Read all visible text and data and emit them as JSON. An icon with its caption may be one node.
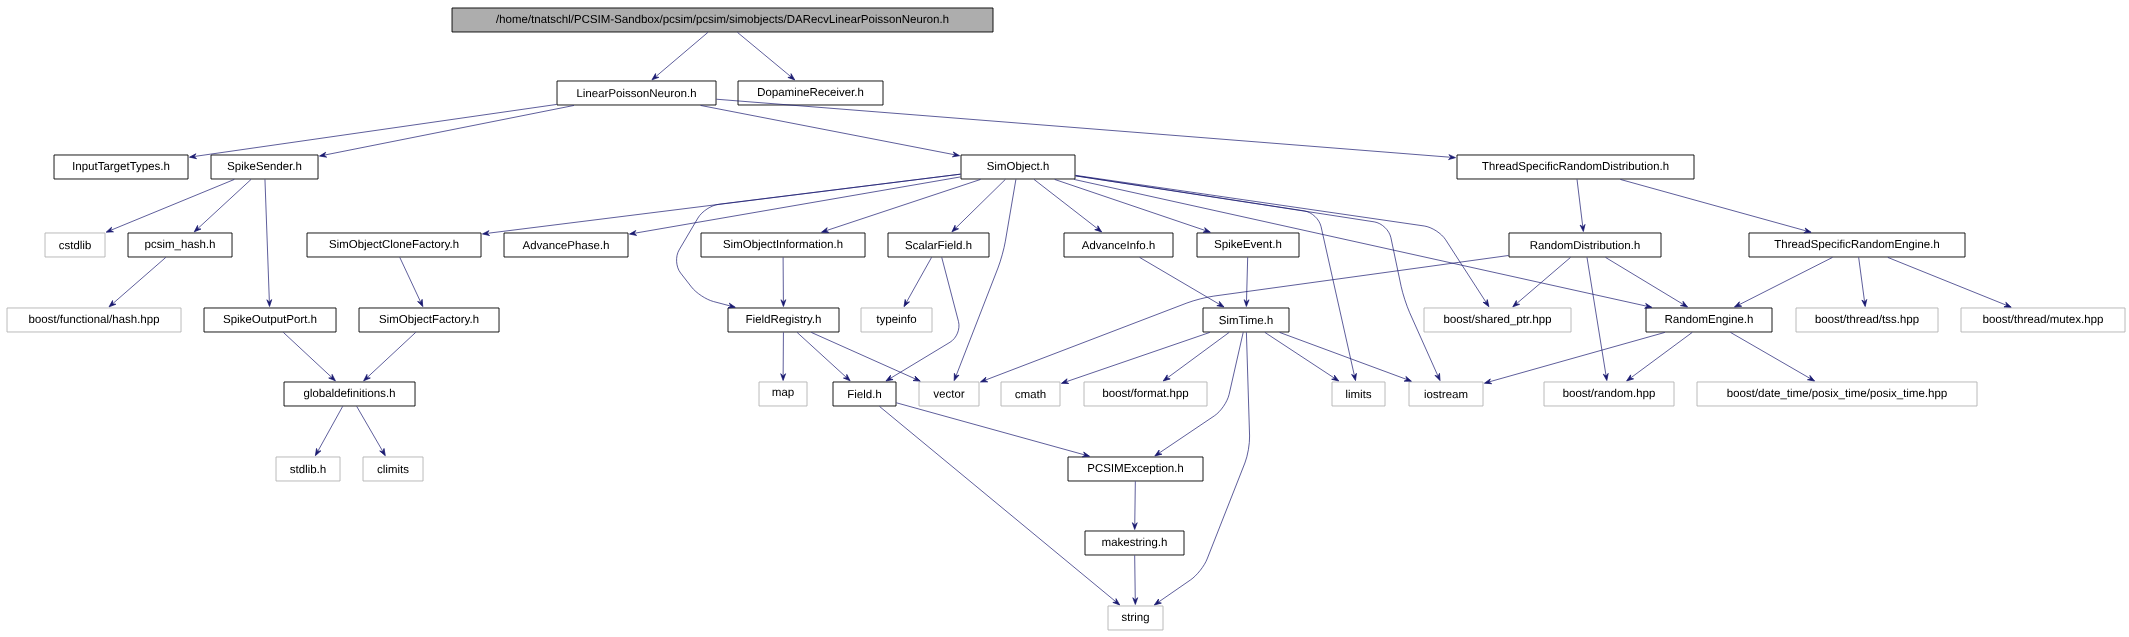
{
  "diagram": {
    "nodes": [
      {
        "text": [
          "/home/tnatschl/PCSIM-Sandbox/pcsim/pcsim/simobjects/DARecvLinearPoissonNeuron.h"
        ]
      },
      {
        "text": [
          "LinearPoissonNeuron.h"
        ]
      },
      {
        "text": [
          "DopamineReceiver.h"
        ]
      },
      {
        "text": [
          "InputTargetTypes.h"
        ]
      },
      {
        "text": [
          "SpikeSender.h"
        ]
      },
      {
        "text": [
          "SimObject.h"
        ]
      },
      {
        "text": [
          "ThreadSpecificRandomDistribution.h"
        ]
      },
      {
        "text": [
          "cstdlib"
        ]
      },
      {
        "text": [
          "pcsim_hash.h"
        ]
      },
      {
        "text": [
          "SimObjectCloneFactory.h"
        ]
      },
      {
        "text": [
          "AdvancePhase.h"
        ]
      },
      {
        "text": [
          "SimObjectInformation.h"
        ]
      },
      {
        "text": [
          "ScalarField.h"
        ]
      },
      {
        "text": [
          "AdvanceInfo.h"
        ]
      },
      {
        "text": [
          "SpikeEvent.h"
        ]
      },
      {
        "text": [
          "RandomDistribution.h"
        ]
      },
      {
        "text": [
          "ThreadSpecificRandomEngine.h"
        ]
      },
      {
        "text": [
          "boost/functional/hash.hpp"
        ]
      },
      {
        "text": [
          "SpikeOutputPort.h"
        ]
      },
      {
        "text": [
          "SimObjectFactory.h"
        ]
      },
      {
        "text": [
          "FieldRegistry.h"
        ]
      },
      {
        "text": [
          "typeinfo"
        ]
      },
      {
        "text": [
          "SimTime.h"
        ]
      },
      {
        "text": [
          "boost/shared_ptr.hpp"
        ]
      },
      {
        "text": [
          "RandomEngine.h"
        ]
      },
      {
        "text": [
          "boost/thread/tss.hpp"
        ]
      },
      {
        "text": [
          "boost/thread/mutex.hpp"
        ]
      },
      {
        "text": [
          "globaldefinitions.h"
        ]
      },
      {
        "text": [
          "map"
        ]
      },
      {
        "text": [
          "Field.h"
        ]
      },
      {
        "text": [
          "vector"
        ]
      },
      {
        "text": [
          "cmath"
        ]
      },
      {
        "text": [
          "boost/format.hpp"
        ]
      },
      {
        "text": [
          "limits"
        ]
      },
      {
        "text": [
          "iostream"
        ]
      },
      {
        "text": [
          "boost/random.hpp"
        ]
      },
      {
        "text": [
          "boost/date_time/posix_time/posix_time.hpp"
        ]
      },
      {
        "text": [
          "stdlib.h"
        ]
      },
      {
        "text": [
          "climits"
        ]
      },
      {
        "text": [
          "PCSIMException.h"
        ]
      },
      {
        "text": [
          "makestring.h"
        ]
      },
      {
        "text": [
          "string"
        ]
      }
    ],
    "edges": [
      {
        "from": 0,
        "to": 1,
        "arrow": "to"
      },
      {
        "from": 0,
        "to": 2,
        "arrow": "to"
      },
      {
        "from": 1,
        "to": 3,
        "arrow": "to"
      },
      {
        "from": 1,
        "to": 4,
        "arrow": "to"
      },
      {
        "from": 1,
        "to": 5,
        "arrow": "to"
      },
      {
        "from": 1,
        "to": 6,
        "arrow": "to"
      },
      {
        "from": 4,
        "to": 7,
        "arrow": "to"
      },
      {
        "from": 4,
        "to": 8,
        "arrow": "to"
      },
      {
        "from": 4,
        "to": 18,
        "arrow": "to"
      },
      {
        "from": 5,
        "to": 9,
        "arrow": "to"
      },
      {
        "from": 5,
        "to": 10,
        "arrow": "to"
      },
      {
        "from": 5,
        "to": 20,
        "arrow": "to"
      },
      {
        "from": 5,
        "to": 11,
        "arrow": "to"
      },
      {
        "from": 5,
        "to": 12,
        "arrow": "to"
      },
      {
        "from": 5,
        "to": 30,
        "arrow": "to"
      },
      {
        "from": 5,
        "to": 13,
        "arrow": "to"
      },
      {
        "from": 5,
        "to": 14,
        "arrow": "to"
      },
      {
        "from": 5,
        "to": 33,
        "arrow": "to"
      },
      {
        "from": 5,
        "to": 34,
        "arrow": "to"
      },
      {
        "from": 5,
        "to": 23,
        "arrow": "to"
      },
      {
        "from": 5,
        "to": 24,
        "arrow": "to"
      },
      {
        "from": 6,
        "to": 15,
        "arrow": "to"
      },
      {
        "from": 6,
        "to": 16,
        "arrow": "to"
      },
      {
        "from": 8,
        "to": 17,
        "arrow": "to"
      },
      {
        "from": 9,
        "to": 19,
        "arrow": "to"
      },
      {
        "from": 11,
        "to": 20,
        "arrow": "to"
      },
      {
        "from": 12,
        "to": 21,
        "arrow": "to"
      },
      {
        "from": 12,
        "to": 29,
        "arrow": "to"
      },
      {
        "from": 13,
        "to": 22,
        "arrow": "to"
      },
      {
        "from": 14,
        "to": 22,
        "arrow": "to"
      },
      {
        "from": 15,
        "to": 30,
        "arrow": "to"
      },
      {
        "from": 15,
        "to": 23,
        "arrow": "to"
      },
      {
        "from": 15,
        "to": 35,
        "arrow": "to"
      },
      {
        "from": 15,
        "to": 24,
        "arrow": "to"
      },
      {
        "from": 16,
        "to": 24,
        "arrow": "to"
      },
      {
        "from": 16,
        "to": 25,
        "arrow": "to"
      },
      {
        "from": 16,
        "to": 26,
        "arrow": "to"
      },
      {
        "from": 18,
        "to": 27,
        "arrow": "to"
      },
      {
        "from": 19,
        "to": 27,
        "arrow": "to"
      },
      {
        "from": 20,
        "to": 28,
        "arrow": "to"
      },
      {
        "from": 20,
        "to": 29,
        "arrow": "to"
      },
      {
        "from": 20,
        "to": 30,
        "arrow": "to"
      },
      {
        "from": 22,
        "to": 31,
        "arrow": "to"
      },
      {
        "from": 22,
        "to": 32,
        "arrow": "to"
      },
      {
        "from": 22,
        "to": 39,
        "arrow": "to"
      },
      {
        "from": 22,
        "to": 41,
        "arrow": "to"
      },
      {
        "from": 22,
        "to": 33,
        "arrow": "to"
      },
      {
        "from": 22,
        "to": 34,
        "arrow": "to"
      },
      {
        "from": 24,
        "to": 34,
        "arrow": "to"
      },
      {
        "from": 24,
        "to": 35,
        "arrow": "to"
      },
      {
        "from": 24,
        "to": 36,
        "arrow": "to"
      },
      {
        "from": 27,
        "to": 37,
        "arrow": "to"
      },
      {
        "from": 27,
        "to": 38,
        "arrow": "to"
      },
      {
        "from": 29,
        "to": 39,
        "arrow": "to"
      },
      {
        "from": 29,
        "to": 41,
        "arrow": "to"
      },
      {
        "from": 39,
        "to": 40,
        "arrow": "to"
      },
      {
        "from": 40,
        "to": 41,
        "arrow": "to"
      }
    ]
  }
}
